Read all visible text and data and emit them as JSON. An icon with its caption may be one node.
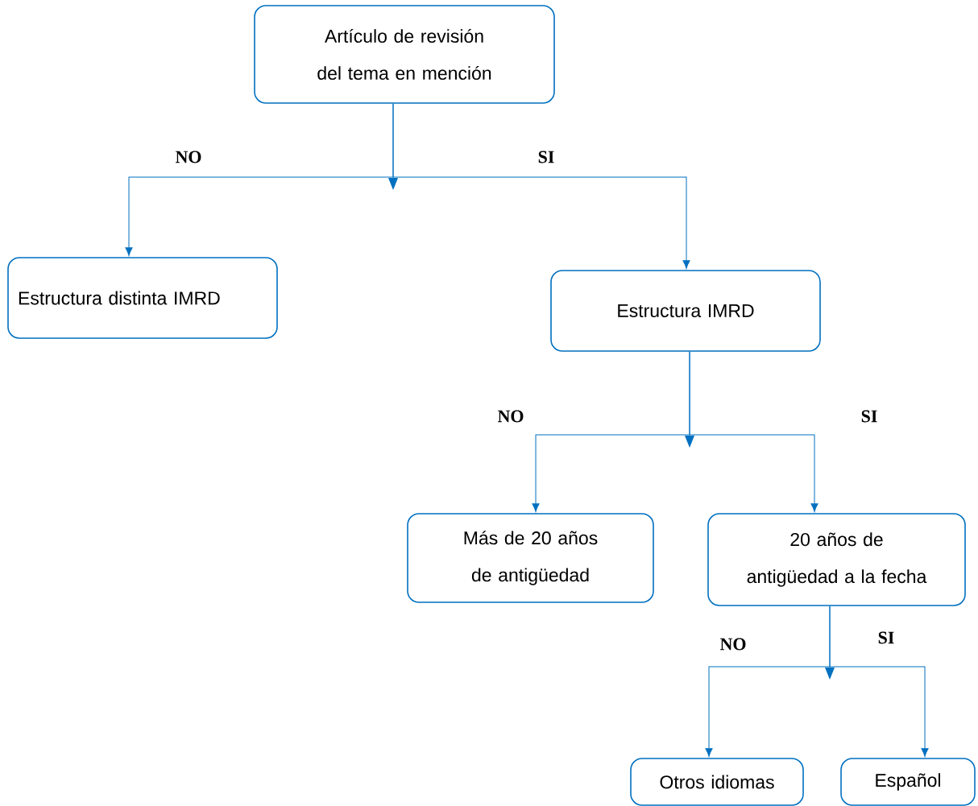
{
  "diagram": {
    "nodes": [
      {
        "text": [
          "Artículo de revisión del tema en mención"
        ]
      },
      {
        "text": [
          "Estructura distinta IMRD"
        ]
      },
      {
        "text": [
          "Estructura IMRD"
        ]
      },
      {
        "text": [
          "Más de 20 años de antigüedad"
        ]
      },
      {
        "text": [
          "20 años de antigüedad a la fecha"
        ]
      },
      {
        "text": [
          "Otros idiomas"
        ]
      },
      {
        "text": [
          "Español"
        ]
      }
    ],
    "edges": [
      {
        "from": 0,
        "to": 1,
        "arrow": "to",
        "label": "NO"
      },
      {
        "from": 0,
        "to": 2,
        "arrow": "to",
        "label": "SI"
      },
      {
        "from": 2,
        "to": 3,
        "arrow": "to",
        "label": "NO"
      },
      {
        "from": 2,
        "to": 4,
        "arrow": "to",
        "label": "SI"
      },
      {
        "from": 4,
        "to": 5,
        "arrow": "to",
        "label": "NO"
      },
      {
        "from": 4,
        "to": 6,
        "arrow": "to",
        "label": "SI"
      }
    ]
  }
}
